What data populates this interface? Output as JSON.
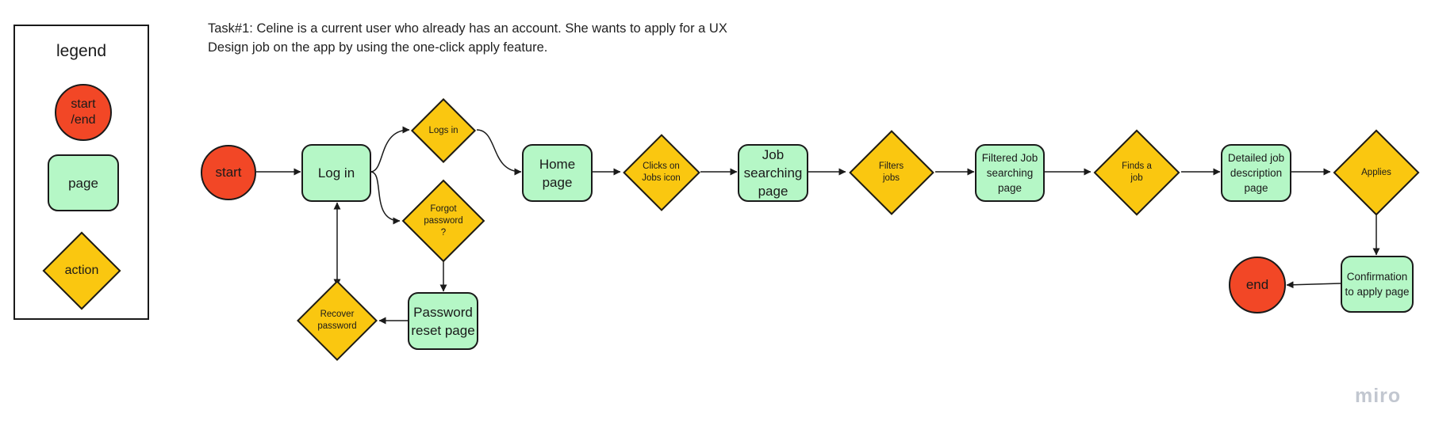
{
  "task": {
    "text": "Task#1: Celine is a current user who already has an account. She wants to apply for a UX Design job on the app by using the one-click apply feature."
  },
  "legend": {
    "title": "legend",
    "items": {
      "terminal": "start\n/end",
      "page": "page",
      "action": "action"
    }
  },
  "colors": {
    "terminal": "#f24726",
    "page": "#b5f7c6",
    "action": "#fac710",
    "stroke": "#1a1a1a"
  },
  "nodes": {
    "start": {
      "kind": "terminal",
      "label": "start"
    },
    "log_in": {
      "kind": "page",
      "label": "Log in"
    },
    "logs_in": {
      "kind": "action",
      "label": "Logs in"
    },
    "forgot_password": {
      "kind": "action",
      "label": "Forgot\npassword\n?"
    },
    "password_reset": {
      "kind": "page",
      "label": "Password\nreset page"
    },
    "recover_password": {
      "kind": "action",
      "label": "Recover\npassword"
    },
    "home": {
      "kind": "page",
      "label": "Home\npage"
    },
    "clicks_jobs_icon": {
      "kind": "action",
      "label": "Clicks on\nJobs icon"
    },
    "job_searching": {
      "kind": "page",
      "label": "Job\nsearching\npage"
    },
    "filters_jobs": {
      "kind": "action",
      "label": "Filters\njobs"
    },
    "filtered_job_searching": {
      "kind": "page",
      "label": "Filtered Job\nsearching\npage"
    },
    "finds_job": {
      "kind": "action",
      "label": "Finds a\njob"
    },
    "detailed_job": {
      "kind": "page",
      "label": "Detailed job\ndescription\npage"
    },
    "applies": {
      "kind": "action",
      "label": "Applies"
    },
    "confirmation": {
      "kind": "page",
      "label": "Confirmation\nto apply page"
    },
    "end": {
      "kind": "terminal",
      "label": "end"
    }
  },
  "edges": [
    {
      "from": "start",
      "to": "log_in"
    },
    {
      "from": "log_in",
      "to": "logs_in"
    },
    {
      "from": "log_in",
      "to": "forgot_password"
    },
    {
      "from": "logs_in",
      "to": "home"
    },
    {
      "from": "forgot_password",
      "to": "password_reset"
    },
    {
      "from": "password_reset",
      "to": "recover_password"
    },
    {
      "from": "recover_password",
      "to": "log_in"
    },
    {
      "from": "home",
      "to": "clicks_jobs_icon"
    },
    {
      "from": "clicks_jobs_icon",
      "to": "job_searching"
    },
    {
      "from": "job_searching",
      "to": "filters_jobs"
    },
    {
      "from": "filters_jobs",
      "to": "filtered_job_searching"
    },
    {
      "from": "filtered_job_searching",
      "to": "finds_job"
    },
    {
      "from": "finds_job",
      "to": "detailed_job"
    },
    {
      "from": "detailed_job",
      "to": "applies"
    },
    {
      "from": "applies",
      "to": "confirmation"
    },
    {
      "from": "confirmation",
      "to": "end"
    }
  ],
  "watermark": "miro"
}
